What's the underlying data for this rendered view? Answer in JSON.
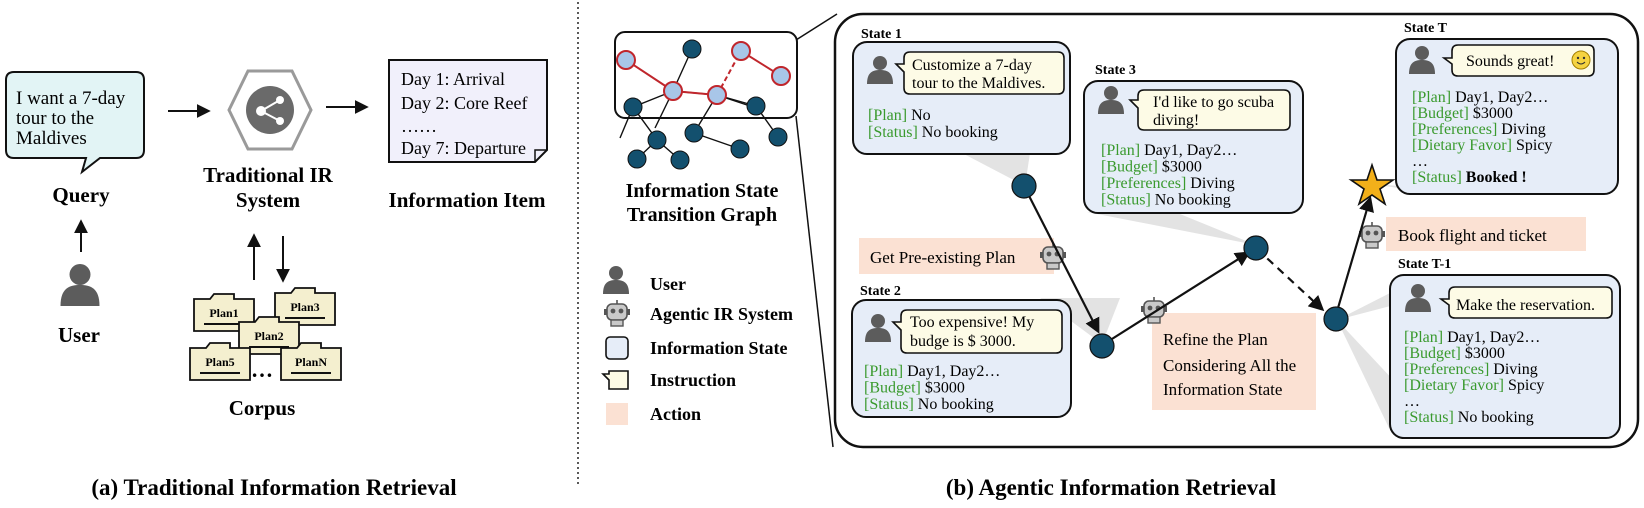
{
  "left": {
    "query_bubble": [
      "I want a 7-day",
      "tour to the",
      "Maldives"
    ],
    "query_label": "Query",
    "user_label": "User",
    "ir_label": [
      "Traditional IR",
      "System"
    ],
    "info_item_lines": [
      "Day 1: Arrival",
      "Day 2: Core Reef",
      "……",
      "Day 7: Departure"
    ],
    "info_item_label": "Information Item",
    "plans": [
      "Plan1",
      "Plan3",
      "Plan2",
      "Plan5",
      "PlanN"
    ],
    "ellipsis": "…",
    "corpus_label": "Corpus",
    "caption": "(a) Traditional Information Retrieval"
  },
  "right": {
    "graph_label": [
      "Information State",
      "Transition Graph"
    ],
    "legend": [
      "User",
      "Agentic IR System",
      "Information State",
      "Instruction",
      "Action"
    ],
    "caption": "(b) Agentic  Information Retrieval",
    "state1": {
      "title": "State 1",
      "bubble": [
        "Customize a 7-day",
        "tour to the Maldives."
      ],
      "lines": [
        {
          "tag": "[Plan]",
          "text": " No"
        },
        {
          "tag": "[Status]",
          "text": " No booking"
        }
      ]
    },
    "state2": {
      "title": "State 2",
      "bubble": [
        "Too expensive! My",
        "budge is $ 3000."
      ],
      "lines": [
        {
          "tag": "[Plan]",
          "text": " Day1, Day2…"
        },
        {
          "tag": "[Budget]",
          "text": " $3000"
        },
        {
          "tag": "[Status]",
          "text": " No booking"
        }
      ]
    },
    "state3": {
      "title": "State 3",
      "bubble": [
        "I'd like to go scuba",
        "diving!"
      ],
      "lines": [
        {
          "tag": "[Plan]",
          "text": " Day1, Day2…"
        },
        {
          "tag": "[Budget]",
          "text": " $3000"
        },
        {
          "tag": "[Preferences]",
          "text": " Diving"
        },
        {
          "tag": "[Status]",
          "text": " No booking"
        }
      ]
    },
    "stateT": {
      "title": "State T",
      "bubble": [
        "Sounds great!"
      ],
      "lines": [
        {
          "tag": "[Plan]",
          "text": " Day1, Day2…"
        },
        {
          "tag": "[Budget]",
          "text": " $3000"
        },
        {
          "tag": "[Preferences]",
          "text": " Diving"
        },
        {
          "tag": "[Dietary Favor]",
          "text": " Spicy"
        },
        {
          "tag": "",
          "text": "…"
        },
        {
          "tag": "[Status]",
          "text": " ",
          "bold": "Booked !"
        }
      ]
    },
    "stateT1": {
      "title": "State T-1",
      "bubble": [
        "Make the reservation."
      ],
      "lines": [
        {
          "tag": "[Plan]",
          "text": " Day1, Day2…"
        },
        {
          "tag": "[Budget]",
          "text": " $3000"
        },
        {
          "tag": "[Preferences]",
          "text": " Diving"
        },
        {
          "tag": "[Dietary Favor]",
          "text": " Spicy"
        },
        {
          "tag": "",
          "text": "…"
        },
        {
          "tag": "[Status]",
          "text": " No booking"
        }
      ]
    },
    "actions": {
      "get_plan": "Get Pre-existing Plan",
      "refine": [
        "Refine the Plan",
        "Considering All the",
        "Information State"
      ],
      "book": "Book flight and ticket"
    }
  },
  "colors": {
    "state_fill": "#e6edf8",
    "node": "#13506e",
    "action_fill": "#fbe1d3",
    "bubble_fill": "#fdfbe6",
    "tag_green": "#3a9a2e",
    "query_fill": "#e2f4f5",
    "info_item_fill": "#f1f0fb",
    "star": "#f3b01a"
  }
}
